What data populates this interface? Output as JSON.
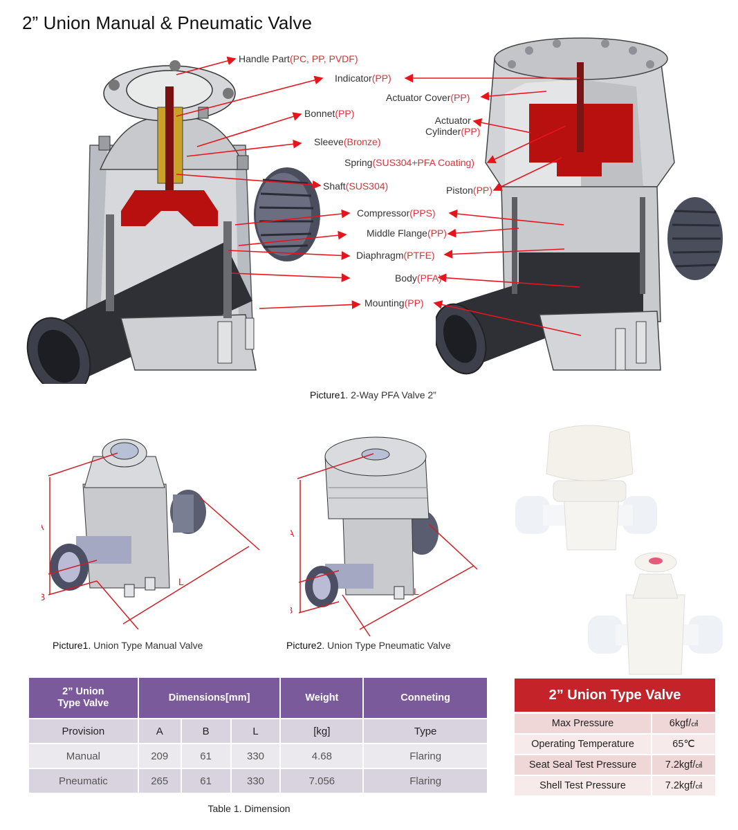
{
  "title": "2” Union Manual & Pneumatic Valve",
  "cutaway": {
    "caption_key": "Picture1",
    "caption_text": ". 2-Way PFA Valve 2”",
    "parts": [
      {
        "name": "Handle Part",
        "material": "(PC, PP, PVDF)"
      },
      {
        "name": "Indicator",
        "material": "(PP)"
      },
      {
        "name": "Bonnet",
        "material": "(PP)"
      },
      {
        "name": "Sleeve",
        "material": "(Bronze)"
      },
      {
        "name": "Shaft",
        "material": "(SUS304)"
      },
      {
        "name": "Actuator Cover",
        "material": "(PP)"
      },
      {
        "name": "Actuator",
        "name2": "Cylinder",
        "material": "(PP)"
      },
      {
        "name": "Spring",
        "material": "(SUS304+PFA Coating)"
      },
      {
        "name": "Piston",
        "material": "(PP)"
      },
      {
        "name": "Compressor",
        "material": "(PPS)"
      },
      {
        "name": "Middle Flange",
        "material": "(PP)"
      },
      {
        "name": "Diaphragm",
        "material": "(PTFE)"
      },
      {
        "name": "Body",
        "material": "(PFA)"
      },
      {
        "name": "Mounting",
        "material": "(PP)"
      }
    ]
  },
  "figures": {
    "manual": {
      "caption_key": "Picture1",
      "caption_text": ". Union Type Manual Valve",
      "dim_labels": [
        "A",
        "B",
        "L"
      ]
    },
    "pneumatic": {
      "caption_key": "Picture2",
      "caption_text": ". Union Type Pneumatic Valve",
      "dim_labels": [
        "A",
        "B",
        "L"
      ]
    }
  },
  "dimension_table": {
    "headers": [
      "2” Union\nType Valve",
      "Dimensions[mm]",
      "Weight",
      "Conneting"
    ],
    "subheaders": [
      "Provision",
      "A",
      "B",
      "L",
      "[kg]",
      "Type"
    ],
    "rows": [
      [
        "Manual",
        "209",
        "61",
        "330",
        "4.68",
        "Flaring"
      ],
      [
        "Pneumatic",
        "265",
        "61",
        "330",
        "7.056",
        "Flaring"
      ]
    ],
    "caption": "Table 1. Dimension",
    "header_color": "#7b5a9c"
  },
  "spec_table": {
    "title": "2” Union Type Valve",
    "header_color": "#c4232a",
    "rows": [
      {
        "label": "Max Pressure",
        "value": "6kgf/",
        "unit": "㎠"
      },
      {
        "label": "Operating Temperature",
        "value": "65℃",
        "unit": ""
      },
      {
        "label": "Seat Seal Test Pressure",
        "value": "7.2kgf/",
        "unit": "㎠"
      },
      {
        "label": "Shell Test Pressure",
        "value": "7.2kgf/",
        "unit": "㎠"
      }
    ]
  },
  "colors": {
    "callout_red": "#e0303a",
    "cut_red": "#b8100f"
  }
}
